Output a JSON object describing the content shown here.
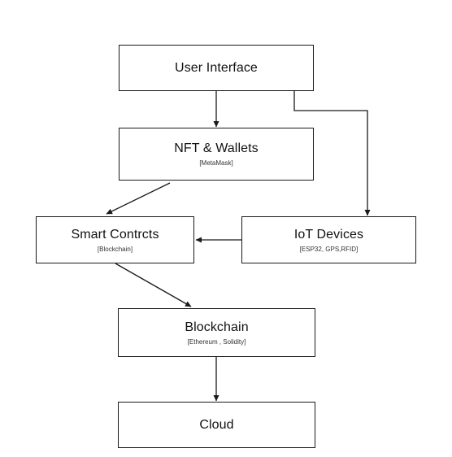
{
  "nodes": {
    "user_interface": {
      "title": "User Interface"
    },
    "nft_wallets": {
      "title": "NFT & Wallets",
      "subtitle": "[MetaMask]"
    },
    "smart_contracts": {
      "title": "Smart Contrcts",
      "subtitle": "[Blockchain]"
    },
    "iot_devices": {
      "title": "IoT Devices",
      "subtitle": "[ESP32, GPS,RFID]"
    },
    "blockchain": {
      "title": "Blockchain",
      "subtitle": "[Ethereum , Solidity]"
    },
    "cloud": {
      "title": "Cloud"
    }
  },
  "edges": [
    {
      "from": "User Interface",
      "to": "NFT & Wallets"
    },
    {
      "from": "User Interface",
      "to": "IoT Devices"
    },
    {
      "from": "NFT & Wallets",
      "to": "Smart Contrcts"
    },
    {
      "from": "IoT Devices",
      "to": "Smart Contrcts"
    },
    {
      "from": "Smart Contrcts",
      "to": "Blockchain"
    },
    {
      "from": "Blockchain",
      "to": "Cloud"
    }
  ],
  "colors": {
    "stroke": "#1a1a1a",
    "background": "#ffffff"
  }
}
